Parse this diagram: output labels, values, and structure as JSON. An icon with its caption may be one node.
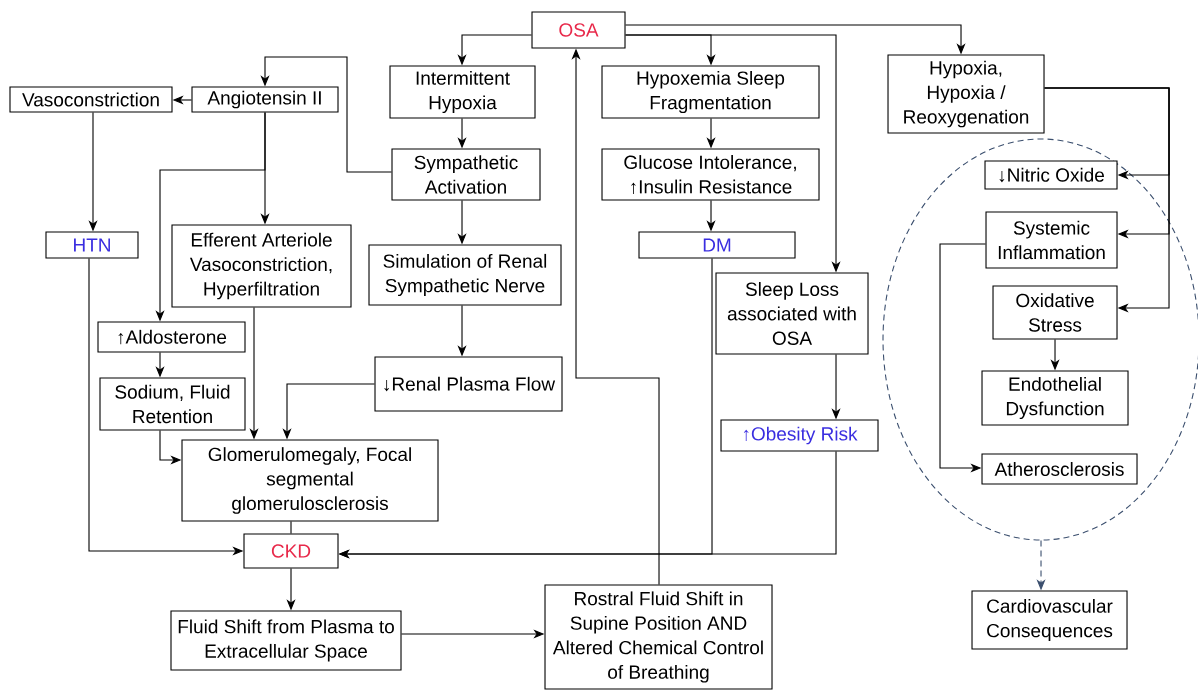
{
  "diagram": {
    "nodes": [
      {
        "text": [
          "OSA"
        ]
      },
      {
        "text": [
          "Intermittent Hypoxia"
        ]
      },
      {
        "text": [
          "Hypoxemia Sleep Fragmentation"
        ]
      },
      {
        "text": [
          "Hypoxia, Hypoxia / Reoxygenation"
        ]
      },
      {
        "text": [
          "Vasoconstriction"
        ]
      },
      {
        "text": [
          "Angiotensin II"
        ]
      },
      {
        "text": [
          "Sympathetic Activation"
        ]
      },
      {
        "text": [
          "Glucose Intolerance, ↑Insulin Resistance"
        ]
      },
      {
        "text": [],
        "shape": "ellipse"
      },
      {
        "text": [
          "↓Nitric Oxide"
        ],
        "in": 8
      },
      {
        "text": [
          "HTN"
        ]
      },
      {
        "text": [
          "Efferent Arteriole Vasoconstriction, Hyperfiltration"
        ]
      },
      {
        "text": [
          "Simulation of Renal Sympathetic Nerve"
        ]
      },
      {
        "text": [
          "DM"
        ]
      },
      {
        "text": [
          "Systemic Inflammation"
        ],
        "in": 8
      },
      {
        "text": [
          "Sleep Loss associated with OSA"
        ]
      },
      {
        "text": [
          "↑Aldosterone"
        ]
      },
      {
        "text": [
          "Oxidative Stress"
        ],
        "in": 8
      },
      {
        "text": [
          "Endothelial Dysfunction"
        ],
        "in": 8
      },
      {
        "text": [
          "↓Renal Plasma Flow"
        ]
      },
      {
        "text": [
          "Sodium, Fluid Retention"
        ]
      },
      {
        "text": [
          "↑Obesity Risk"
        ]
      },
      {
        "text": [
          "Glomerulomegaly, Focal segmental glomerulosclerosis"
        ]
      },
      {
        "text": [
          "Atherosclerosis"
        ],
        "in": 8
      },
      {
        "text": [
          "CKD"
        ]
      },
      {
        "text": [
          "Cardiovascular Consequences"
        ]
      },
      {
        "text": [
          "Fluid Shift from Plasma to Extracellular Space"
        ]
      },
      {
        "text": [
          "Rostral Fluid Shift in Supine Position AND Altered Chemical Control of Breathing"
        ]
      }
    ],
    "edges": [
      {
        "from": 0,
        "to": 1,
        "arrow": "to"
      },
      {
        "from": 0,
        "to": 2,
        "arrow": "to"
      },
      {
        "from": 0,
        "to": 15,
        "arrow": "to"
      },
      {
        "from": 0,
        "to": 3,
        "arrow": "to"
      },
      {
        "from": 1,
        "to": 6,
        "arrow": "to"
      },
      {
        "from": 6,
        "to": 5,
        "arrow": "to"
      },
      {
        "from": 6,
        "to": 12,
        "arrow": "to"
      },
      {
        "from": 5,
        "to": 4,
        "arrow": "to"
      },
      {
        "from": 4,
        "to": 10,
        "arrow": "to"
      },
      {
        "from": 5,
        "to": 11,
        "arrow": "to"
      },
      {
        "from": 5,
        "to": 16,
        "arrow": "to"
      },
      {
        "from": 2,
        "to": 7,
        "arrow": "to"
      },
      {
        "from": 7,
        "to": 13,
        "arrow": "to"
      },
      {
        "from": 12,
        "to": 19,
        "arrow": "to"
      },
      {
        "from": 19,
        "to": 22,
        "arrow": "to"
      },
      {
        "from": 11,
        "to": 22,
        "arrow": "to"
      },
      {
        "from": 16,
        "to": 20,
        "arrow": "to"
      },
      {
        "from": 20,
        "to": 22,
        "arrow": "to"
      },
      {
        "from": 22,
        "to": 24,
        "arrow": "none"
      },
      {
        "from": 10,
        "to": 24,
        "arrow": "to"
      },
      {
        "from": 13,
        "to": 24,
        "arrow": "to"
      },
      {
        "from": 21,
        "to": 24,
        "arrow": "to"
      },
      {
        "from": 15,
        "to": 21,
        "arrow": "to"
      },
      {
        "from": 24,
        "to": 26,
        "arrow": "to"
      },
      {
        "from": 26,
        "to": 27,
        "arrow": "to"
      },
      {
        "from": 27,
        "to": 0,
        "arrow": "to"
      },
      {
        "from": 3,
        "to": 9,
        "arrow": "to"
      },
      {
        "from": 3,
        "to": 14,
        "arrow": "to"
      },
      {
        "from": 3,
        "to": 17,
        "arrow": "to"
      },
      {
        "from": 17,
        "to": 18,
        "arrow": "to"
      },
      {
        "from": 14,
        "to": 23,
        "arrow": "to"
      },
      {
        "from": 8,
        "to": 25,
        "arrow": "to",
        "style": "dashed",
        "color": "#3b4f6e"
      }
    ]
  }
}
